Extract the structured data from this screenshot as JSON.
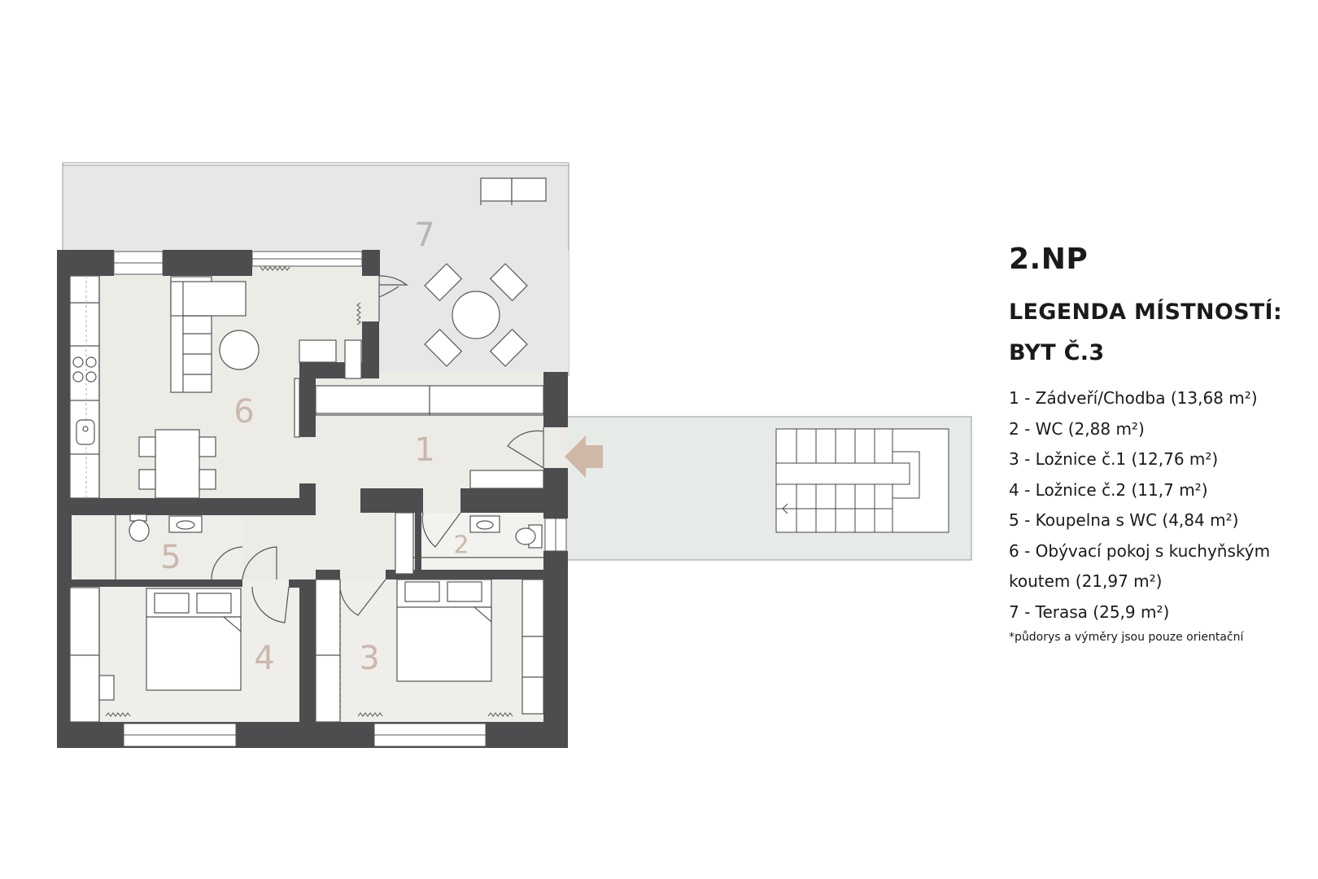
{
  "legend": {
    "floor": "2.NP",
    "heading_line1": "LEGENDA MÍSTNOSTÍ:",
    "heading_line2": "BYT Č.3",
    "items": [
      "1 - Zádveří/Chodba (13,68 m²)",
      "2 - WC (2,88 m²)",
      "3 - Ložnice č.1 (12,76 m²)",
      "4 - Ložnice č.2 (11,7 m²)",
      "5 - Koupelna s WC (4,84 m²)",
      "6 - Obývací pokoj s kuchyňským",
      "koutem (21,97 m²)",
      "7 - Terasa (25,9 m²)"
    ],
    "note": "*půdorys a výměry jsou pouze orientační"
  },
  "rooms": {
    "r1": "1",
    "r2": "2",
    "r3": "3",
    "r4": "4",
    "r5": "5",
    "r6": "6",
    "r7": "7"
  },
  "colors": {
    "wall": "#4d4d4f",
    "floor": "#ecebe6",
    "terrace": "#e7e7e7",
    "corridor": "#e7ebe7",
    "label_room": "#cbb8ab",
    "label_terrace": "#b5b5b5",
    "arrow": "#cfb8a6",
    "line": "#777777"
  }
}
